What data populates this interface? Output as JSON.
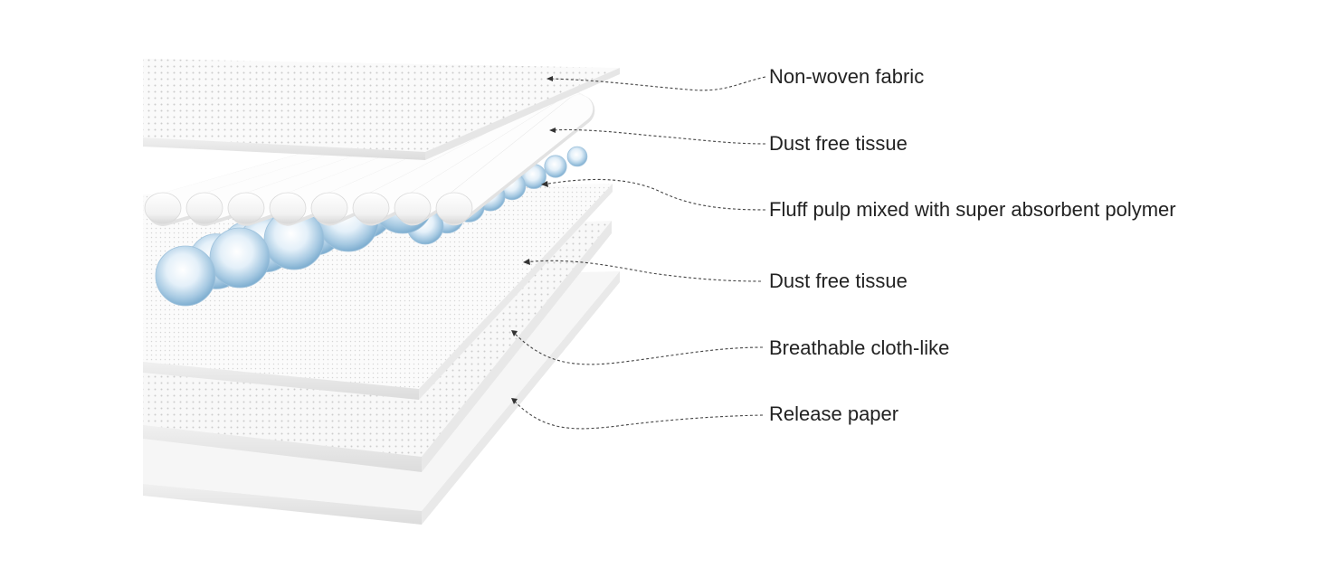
{
  "layers": [
    {
      "id": "non-woven-fabric",
      "label": "Non-woven fabric"
    },
    {
      "id": "dust-free-tissue-top",
      "label": "Dust free tissue"
    },
    {
      "id": "fluff-pulp-sap",
      "label": "Fluff pulp mixed with super absorbent polymer"
    },
    {
      "id": "dust-free-tissue-bottom",
      "label": "Dust free tissue"
    },
    {
      "id": "breathable-cloth-like",
      "label": "Breathable cloth-like"
    },
    {
      "id": "release-paper",
      "label": "Release paper"
    }
  ],
  "colors": {
    "background": "#ffffff",
    "sheet": "#f7f7f7",
    "sheet_edge": "#e6e6e6",
    "perforation": "#cfcfcf",
    "sap_bead": "#a9cde6",
    "label_text": "#222222",
    "leader_line": "#444444"
  }
}
